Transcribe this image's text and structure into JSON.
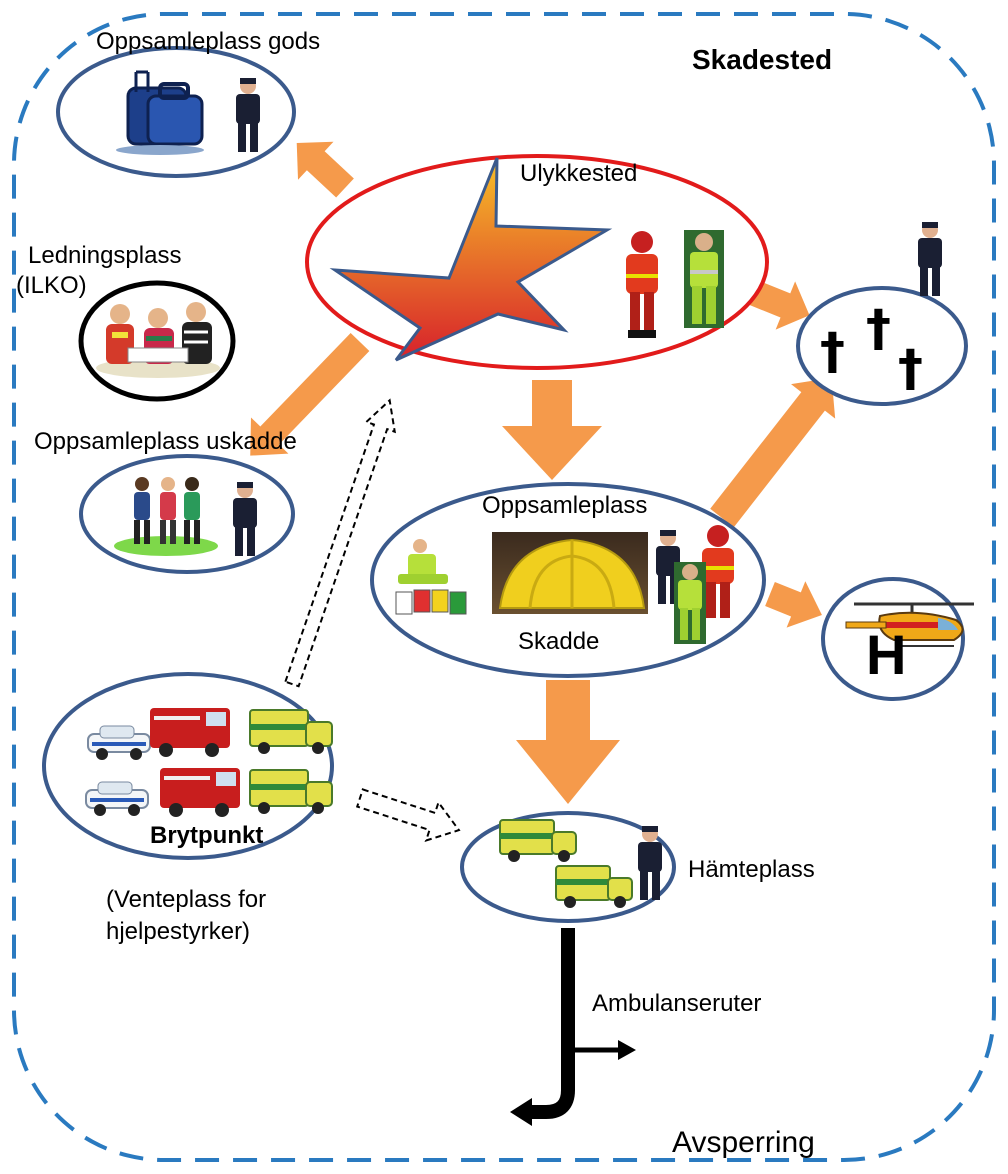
{
  "labels": {
    "skadested": "Skadested",
    "oppsamleplass_gods": "Oppsamleplass gods",
    "ulykkested": "Ulykkested",
    "ledningsplass_line1": "Ledningsplass",
    "ledningsplass_line2": "(ILKO)",
    "oppsamleplass_uskadde": "Oppsamleplass uskadde",
    "oppsamleplass": "Oppsamleplass",
    "skadde": "Skadde",
    "brytpunkt": "Brytpunkt",
    "venteplass_line1": "(Venteplass for",
    "venteplass_line2": "hjelpestyrker)",
    "hamteplass": "Hämteplass",
    "ambulanseruter": "Ambulanseruter",
    "avsperring": "Avsperring",
    "helipad_letter": "H",
    "cross_symbol": "†"
  },
  "colors": {
    "boundary_dash": "#2a7ac0",
    "ellipse_stroke": "#3b5a8c",
    "accident_stroke": "#e21b1b",
    "flow_arrow": "#f59a4b",
    "route_line": "#000000",
    "star_top": "#f7c028",
    "star_bottom": "#d7212b"
  },
  "icons": [
    "luggage-icon",
    "police-officer-icon",
    "firefighter-icon",
    "paramedic-icon",
    "command-team-icon",
    "bystanders-icon",
    "tent-icon",
    "triage-cards-icon",
    "ambulance-icon",
    "police-car-icon",
    "fire-truck-icon",
    "helicopter-icon",
    "grave-cross-icon"
  ]
}
